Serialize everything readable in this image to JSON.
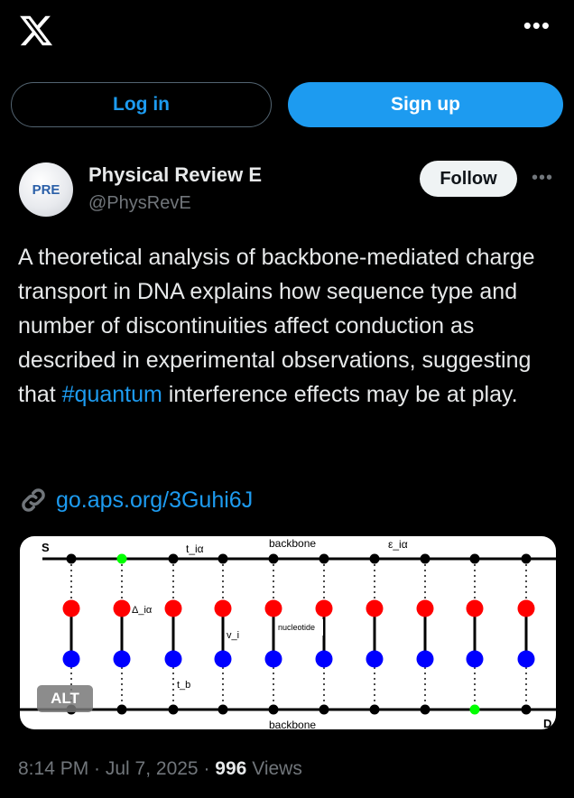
{
  "header": {
    "logo_icon": "x-logo-icon",
    "more_icon": "more-horizontal-icon"
  },
  "auth": {
    "login_label": "Log in",
    "signup_label": "Sign up"
  },
  "post": {
    "avatar_text": "PRE",
    "display_name": "Physical Review E",
    "handle": "@PhysRevE",
    "follow_label": "Follow",
    "text_part1": "A theoretical analysis of backbone-mediated charge transport in DNA explains how sequence type and number of discontinuities affect conduction as described in experimental observations, suggesting that ",
    "hashtag": "#quantum",
    "text_part2": " interference effects may be at play.",
    "link_text": "go.aps.org/3Guhi6J",
    "image": {
      "alt_badge": "ALT",
      "labels": {
        "s": "S",
        "d": "D",
        "t_ia": "t_iα",
        "backbone_top": "backbone",
        "eps_ia": "ε_iα",
        "delta_ia": "Δ_iα",
        "v_i": "v_i",
        "nucleotide": "nucleotide",
        "t_b": "t_b",
        "backbone_bottom": "backbone"
      },
      "colors": {
        "top_site": "#ff0000",
        "bottom_site": "#0000ff",
        "backbone_node": "#000000",
        "contact": "#00ff00"
      }
    },
    "time": "8:14 PM · Jul 7, 2025",
    "views_count": "996",
    "views_label": "Views"
  }
}
